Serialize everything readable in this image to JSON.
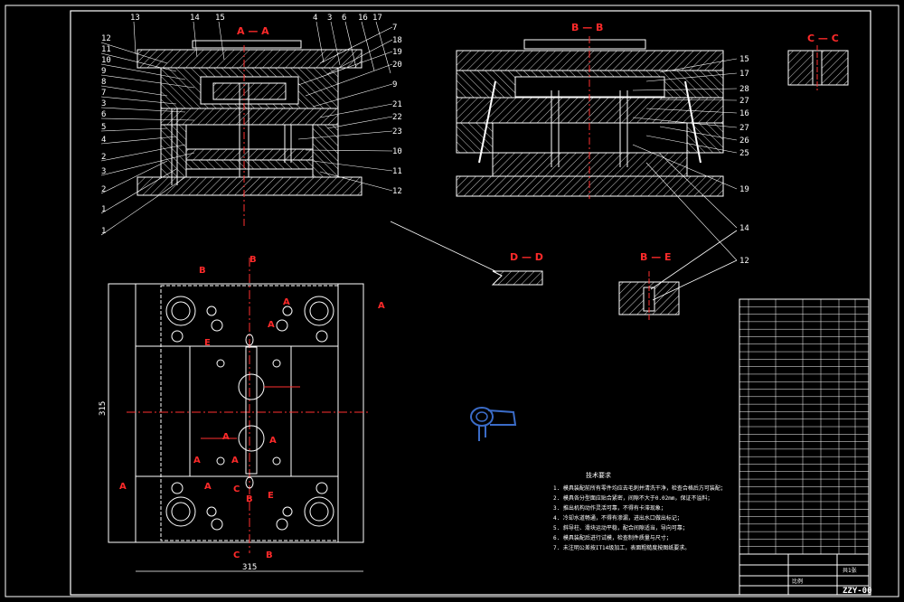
{
  "sections": {
    "aa": "A — A",
    "bb": "B — B",
    "cc": "C — C",
    "dd": "D — D",
    "be": "B — E"
  },
  "left_callouts": [
    "12",
    "11",
    "10",
    "9",
    "8",
    "7",
    "3",
    "6",
    "5",
    "4",
    "2",
    "3",
    "2",
    "1",
    "1"
  ],
  "top_callouts": [
    "13",
    "14",
    "15",
    "4",
    "3",
    "6",
    "16",
    "17",
    "7",
    "18",
    "19",
    "20",
    "9",
    "21",
    "22",
    "23",
    "10",
    "11",
    "12"
  ],
  "right_callouts": [
    "15",
    "17",
    "28",
    "27",
    "16",
    "27",
    "26",
    "25",
    "19",
    "14",
    "12"
  ],
  "plan_marks": {
    "a": "A",
    "b": "B",
    "c": "C",
    "e": "E"
  },
  "dim_bottom": "315",
  "dim_left": "315",
  "notes_title": "技术要求",
  "notes": [
    "1. 模具装配前所有零件均应去毛刺并清洗干净，检查合格后方可装配；",
    "2. 模具各分型面应贴合紧密，间隙不大于0.02mm，保证不溢料；",
    "3. 推出机构动作灵活可靠，不得有卡滞现象；",
    "4. 冷却水道畅通，不得有渗漏，进出水口做出标记；",
    "5. 斜导柱、滑块运动平稳，配合间隙适当，导向可靠；",
    "6. 模具装配后进行试模，检查制件质量与尺寸；",
    "7. 未注明公差按IT14级加工，表面粗糙度按图纸要求。"
  ],
  "title_block": {
    "drawing_no": "ZZY-00",
    "scale_label": "比例",
    "sheet": "共1张"
  },
  "bom_rows": 34,
  "colors": {
    "background": "#000000",
    "line": "#ffffff",
    "label": "#ff2a2a",
    "center": "#ff3030",
    "part": "#3b6cc8"
  }
}
